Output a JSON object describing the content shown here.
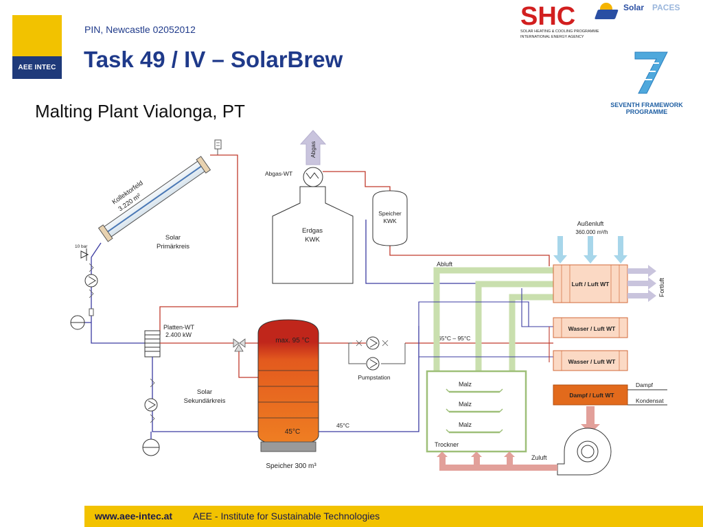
{
  "header": {
    "logo_text": "AEE INTEC",
    "subhead": "PIN, Newcastle 02052012",
    "title": "Task 49 / IV – SolarBrew",
    "section_title": "Malting Plant Vialonga, PT"
  },
  "logos": {
    "shc_main": "SHC",
    "shc_line1": "SOLAR HEATING & COOLING PROGRAMME",
    "shc_line2": "INTERNATIONAL ENERGY AGENCY",
    "solarpaces_a": "Solar",
    "solarpaces_b": "PACES",
    "fp7_line1": "SEVENTH FRAMEWORK",
    "fp7_line2": "PROGRAMME"
  },
  "diagram": {
    "collector_line1": "Kollektorfeld",
    "collector_line2": "3.220 m²",
    "solar_primary_1": "Solar",
    "solar_primary_2": "Primärkreis",
    "pressure": "10 bar",
    "hx_plate": "Platten-WT",
    "hx_plate_power": "2.400 kW",
    "solar_secondary_1": "Solar",
    "solar_secondary_2": "Sekundärkreis",
    "exhaust": "Abgas",
    "exhaust_hx": "Abgas-WT",
    "chp_1": "Erdgas",
    "chp_2": "KWK",
    "chp_store_1": "Speicher",
    "chp_store_2": "KWK",
    "tank_top": "max. 95 °C",
    "tank_bottom": "45°C",
    "tank_label": "Speicher 300 m³",
    "pump_station": "Pumpstation",
    "temp_range": "65°C – 95°C",
    "temp_return": "45°C",
    "outside_air": "Außenluft",
    "air_flow": "360.000 m³/h",
    "exhaust_air": "Abluft",
    "out_air": "Fortluft",
    "hx_air": "Luft / Luft WT",
    "hx_water_1": "Wasser / Luft WT",
    "hx_water_2": "Wasser / Luft WT",
    "hx_steam": "Dampf / Luft WT",
    "steam": "Dampf",
    "condensate": "Kondensat",
    "malt_1": "Malz",
    "malt_2": "Malz",
    "malt_3": "Malz",
    "dryer": "Trockner",
    "supply_air": "Zuluft"
  },
  "footer": {
    "url": "www.aee-intec.at",
    "institute": "AEE - Institute for Sustainable Technologies"
  },
  "colors": {
    "title_blue": "#1f3a8a",
    "brand_yellow": "#f2c200",
    "hot_pipe": "#c0392b",
    "cold_pipe": "#3a3aa0",
    "air_duct": "#c9dfae",
    "tank_red": "#c0261b",
    "tank_orange": "#ef7f22",
    "hx_peach": "#fbd9c4"
  }
}
